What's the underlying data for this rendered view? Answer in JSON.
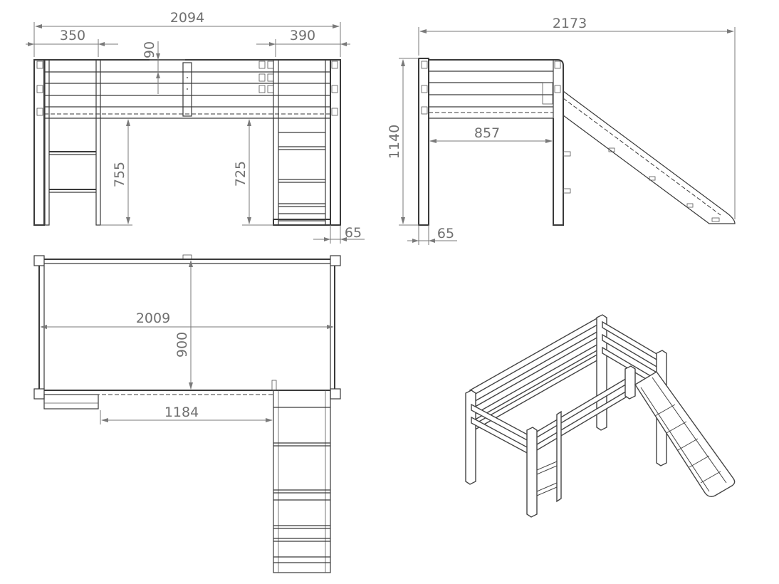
{
  "dimensions": {
    "front_total_width": "2094",
    "front_left_offset": "350",
    "front_right_offset": "390",
    "front_guard_height": "90",
    "front_left_clearance": "755",
    "front_right_clearance": "725",
    "front_post_width": "65",
    "side_total_width": "2173",
    "side_total_height": "1140",
    "side_inner_width": "857",
    "side_post_width": "65",
    "top_length": "2009",
    "top_width": "900",
    "top_ladder_offset": "1184"
  }
}
